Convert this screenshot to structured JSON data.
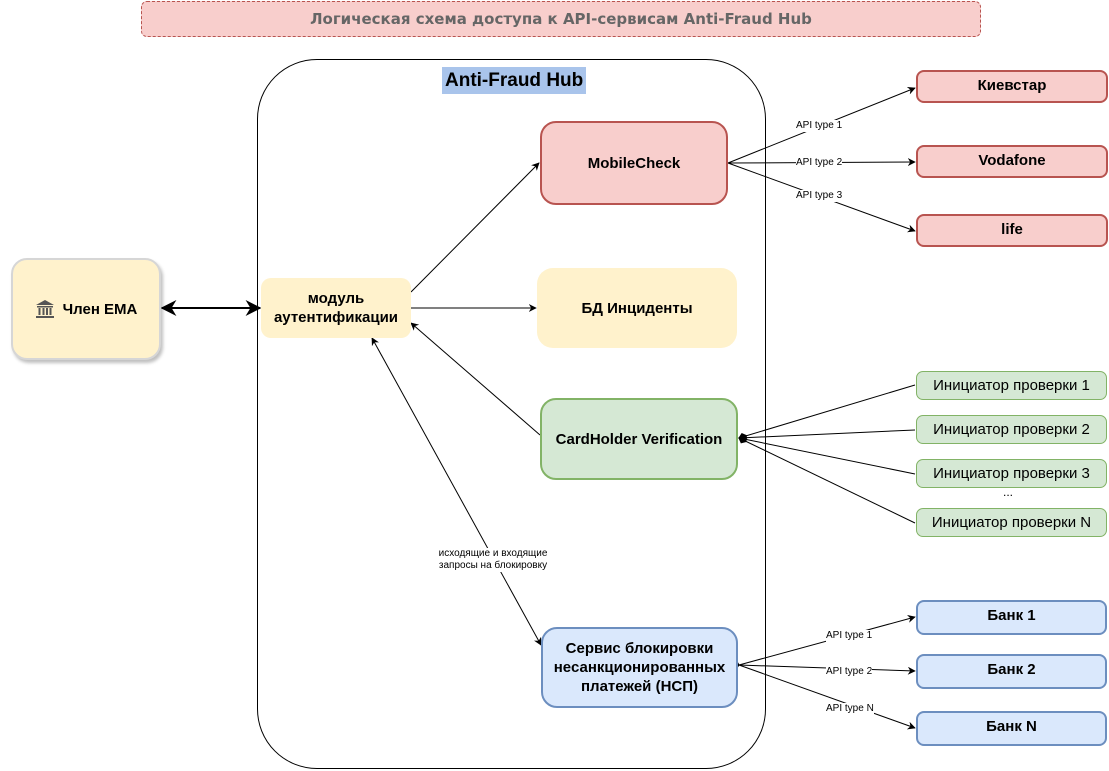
{
  "title": "Логическая схема доступа к API-сервисам Anti-Fraud Hub",
  "hub": {
    "title": "Anti-Fraud Hub"
  },
  "nodes": {
    "ema": "Член ЕМА",
    "auth": "модуль аутентификации",
    "incidents": "БД Инциденты",
    "mobilecheck": "MobileCheck",
    "cardholder": "CardHolder Verification",
    "nsp": "Сервис блокировки несанкционированных платежей (НСП)"
  },
  "operators": [
    "Киевстар",
    "Vodafone",
    "life"
  ],
  "operator_edges": [
    "API type 1",
    "API type 2",
    "API type 3"
  ],
  "initiators": [
    "Инициатор проверки 1",
    "Инициатор проверки 2",
    "Инициатор проверки 3",
    "Инициатор проверки N"
  ],
  "initiators_ellipsis": "...",
  "banks": [
    "Банк 1",
    "Банк 2",
    "Банк N"
  ],
  "bank_edges": [
    "API type 1",
    "API type 2",
    "API type N"
  ],
  "nsp_edge_label": "исходящие и входящие запросы на блокировку",
  "colors": {
    "red_fill": "#f8cecc",
    "red_stroke": "#b85450",
    "green_fill": "#d5e8d4",
    "green_stroke": "#82b366",
    "blue_fill": "#dae8fc",
    "blue_stroke": "#6c8ebf",
    "yellow_fill": "#fff2cc",
    "hub_title_bg": "#a9c4eb"
  },
  "icons": {
    "ema": "bank-building-icon"
  }
}
